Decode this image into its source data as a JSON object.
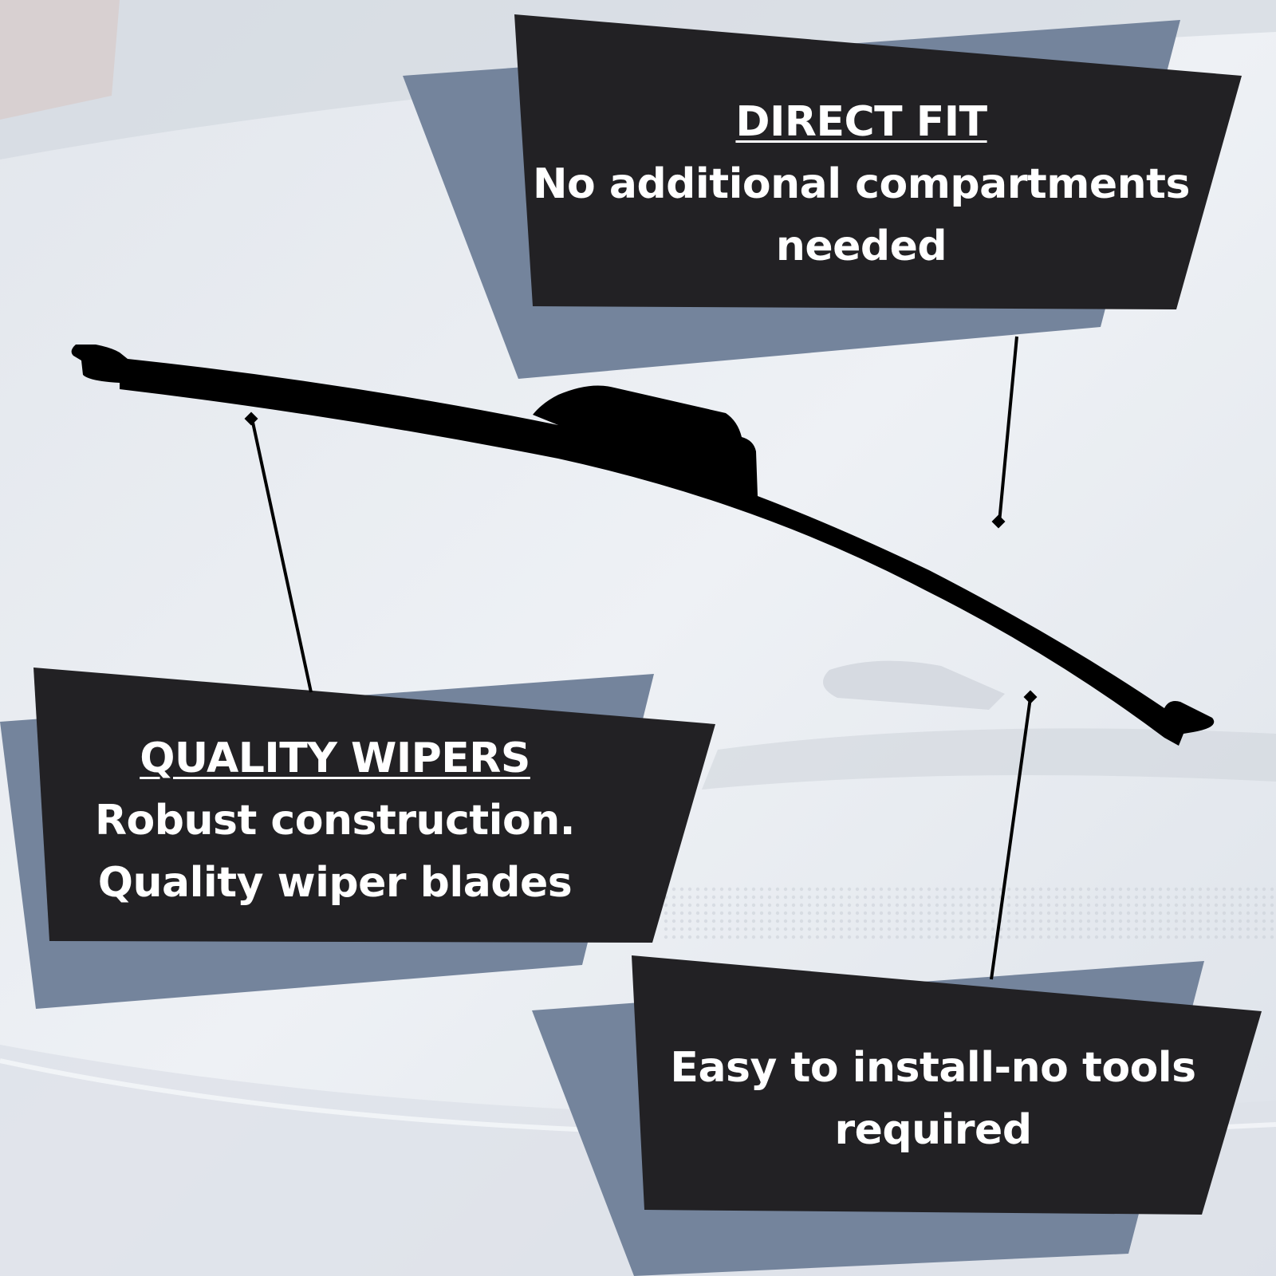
{
  "callouts": {
    "direct_fit": {
      "heading": "DIRECT FIT",
      "line1": "No additional compartments",
      "line2": "needed"
    },
    "quality_wipers": {
      "heading": "QUALITY WIPERS",
      "line1": "Robust construction.",
      "line2": "Quality wiper blades"
    },
    "easy_install": {
      "line1": "Easy to install-no tools",
      "line2": "required"
    }
  },
  "colors": {
    "panel_dark": "#222124",
    "panel_shadow": "#74849c",
    "blade": "#000000",
    "text": "#ffffff",
    "background": "#e4e8ee"
  }
}
